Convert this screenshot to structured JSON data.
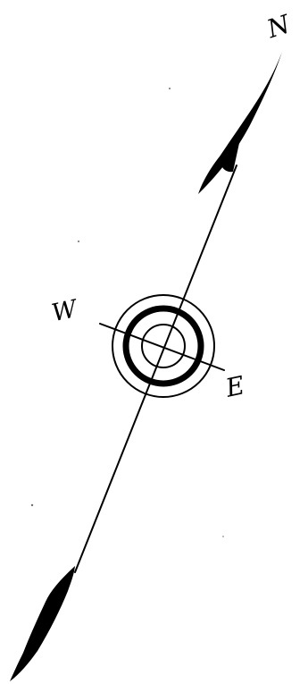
{
  "compass": {
    "labels": {
      "north": "N",
      "west": "W",
      "east": "E"
    }
  },
  "colors": {
    "ink": "#000000",
    "paper": "#ffffff"
  }
}
